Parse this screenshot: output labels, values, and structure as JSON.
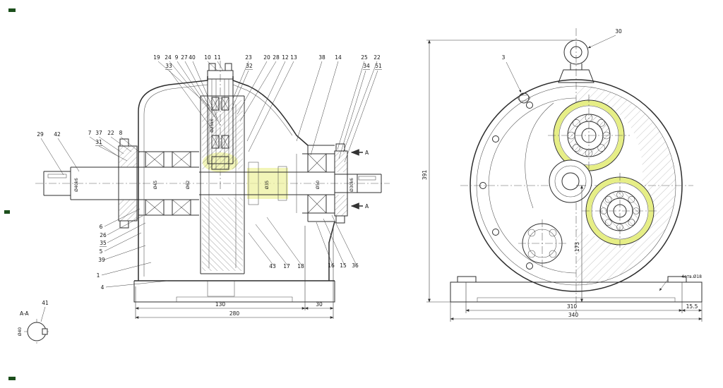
{
  "colors": {
    "line": "#2d2d2d",
    "highlight": "#eef2a0",
    "corner_mark_green": "#1c4f1c",
    "background": "#ffffff"
  },
  "left_view": {
    "top_callouts": [
      "19",
      "24",
      "9",
      "27",
      "40",
      "10",
      "11",
      "23",
      "20",
      "28",
      "12",
      "13",
      "38",
      "14",
      "25",
      "22"
    ],
    "boxed_callouts": [
      "33",
      "32",
      "34",
      "51"
    ],
    "left_callouts": [
      "29",
      "42",
      "7",
      "37",
      "22",
      "31",
      "8"
    ],
    "cascade_callouts": [
      "6",
      "26",
      "35",
      "5",
      "39",
      "1",
      "4"
    ],
    "bottom_callouts": [
      "43",
      "17",
      "18",
      "16",
      "15",
      "36"
    ],
    "section_letter": "A",
    "shaft_dims": [
      "Ø40k6",
      "Ø45",
      "Ø62",
      "Ø25k6",
      "Ø35",
      "Ø50",
      "Ø30k6"
    ],
    "dims": {
      "len1": "130",
      "len2": "30",
      "len3": "280"
    }
  },
  "right_view": {
    "callouts": {
      "eyebolt": "30",
      "bolt": "3"
    },
    "dims": {
      "overall_height": "391",
      "axis_height": "173",
      "width_inner": "310",
      "foot": "15.5",
      "width_total": "340",
      "holes_note": "4отв.Ø18"
    }
  },
  "section_aa": {
    "label": "A-A",
    "callout": "41",
    "dim": "Ø40"
  }
}
